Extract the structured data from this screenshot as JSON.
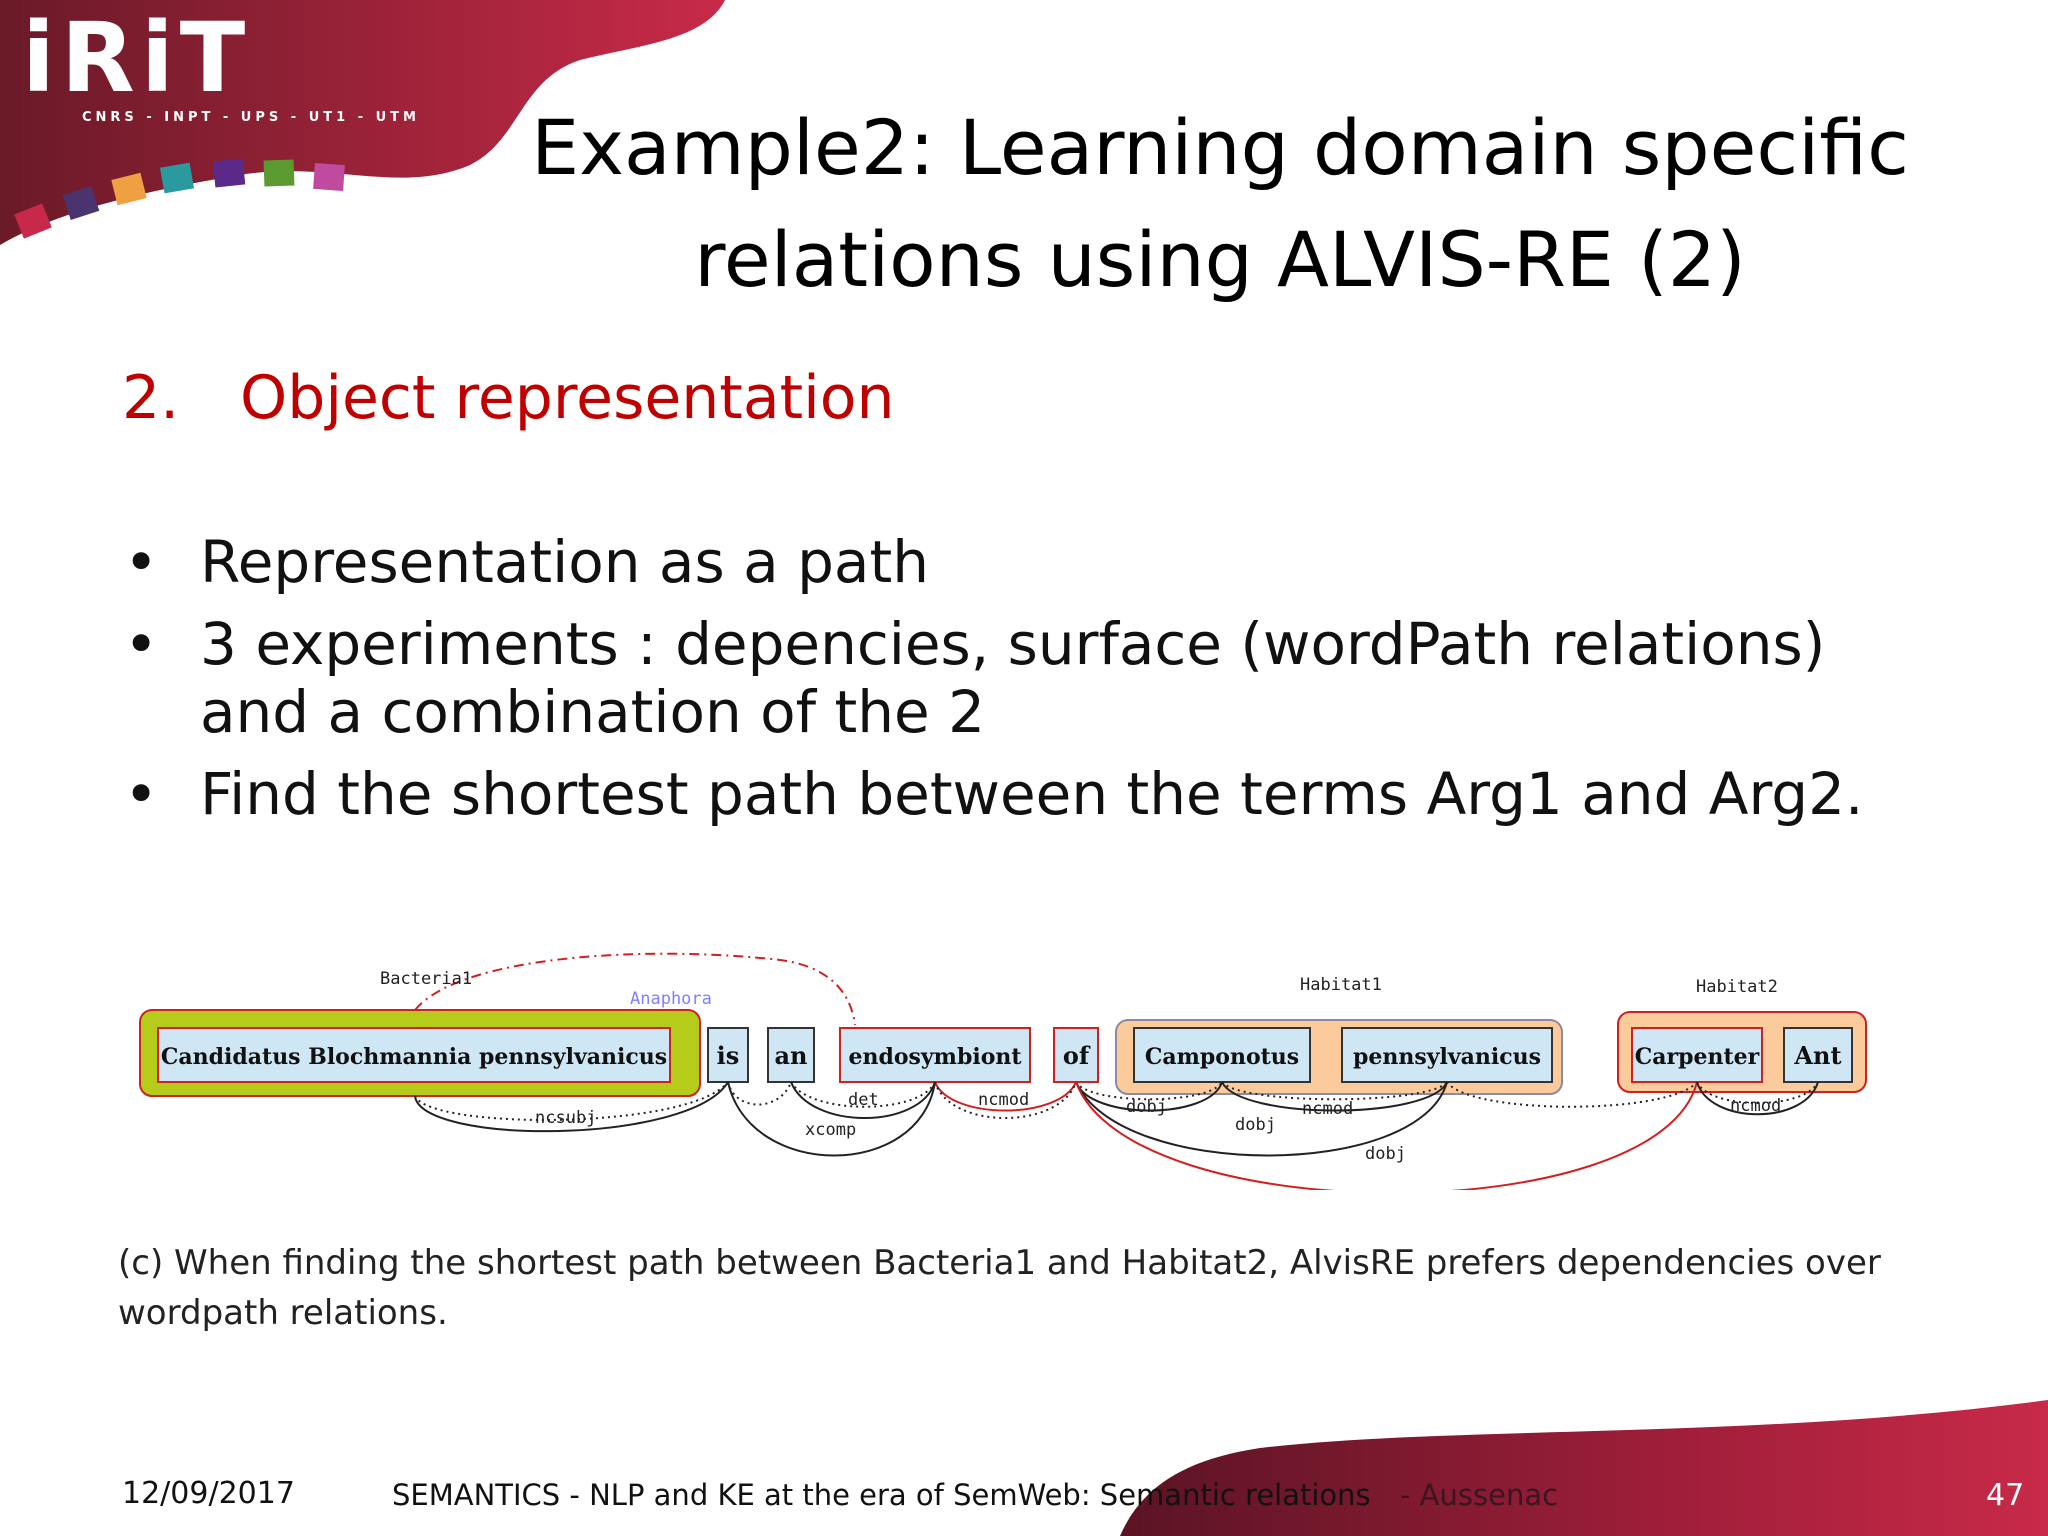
{
  "logo": {
    "wordmark": "iRiT",
    "subtitle": "CNRS - INPT - UPS - UT1 - UTM"
  },
  "title": "Example2: Learning domain specific relations using ALVIS-RE (2)",
  "section": {
    "number": "2.",
    "text": "Object representation"
  },
  "bullets": [
    "Representation as a path",
    "3 experiments : depencies, surface (wordPath relations) and a combination of the 2",
    "Find the shortest path between the terms Arg1 and Arg2."
  ],
  "figure": {
    "group_labels": {
      "bacteria": "Bacteria1",
      "anaphora": "Anaphora",
      "habitat1": "Habitat1",
      "habitat2": "Habitat2"
    },
    "tokens": [
      "Candidatus Blochmannia pennsylvanicus",
      "is",
      "an",
      "endosymbiont",
      "of",
      "Camponotus",
      "pennsylvanicus",
      "Carpenter",
      "Ant"
    ],
    "edge_labels": {
      "ncsubj": "ncsubj",
      "det": "det",
      "ncmod": "ncmod",
      "xcomp": "xcomp",
      "dobj": "dobj"
    },
    "caption": "(c) When finding the shortest path between Bacteria1 and Habitat2, AlvisRE prefers dependencies over wordpath relations."
  },
  "footer": {
    "date": "12/09/2017",
    "title": "SEMANTICS - NLP and KE at the era of SemWeb: Semantic relations",
    "author": "- Aussenac",
    "page": "47"
  },
  "colors": {
    "accent": "#c00000",
    "brand": "#b01d3c",
    "token_fill": "#cfe6f5",
    "bacteria_group": "#b5cc1a",
    "habitat_group": "#fbcb9c"
  }
}
